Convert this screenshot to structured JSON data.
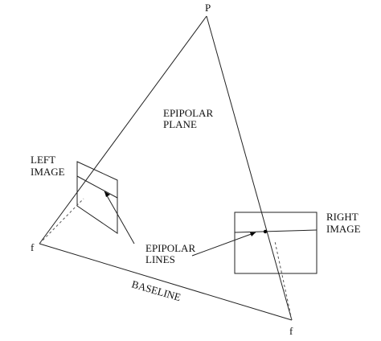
{
  "labels": {
    "point_p": "P",
    "left_focus": "f",
    "right_focus": "f",
    "epipolar_plane_line1": "EPIPOLAR",
    "epipolar_plane_line2": "PLANE",
    "left_image_line1": "LEFT",
    "left_image_line2": "IMAGE",
    "right_image_line1": "RIGHT",
    "right_image_line2": "IMAGE",
    "epipolar_lines_line1": "EPIPOLAR",
    "epipolar_lines_line2": "LINES",
    "baseline": "BASELINE"
  },
  "colors": {
    "stroke": "#222222",
    "dashed": "#555555",
    "text": "#111111",
    "background": "#ffffff"
  }
}
